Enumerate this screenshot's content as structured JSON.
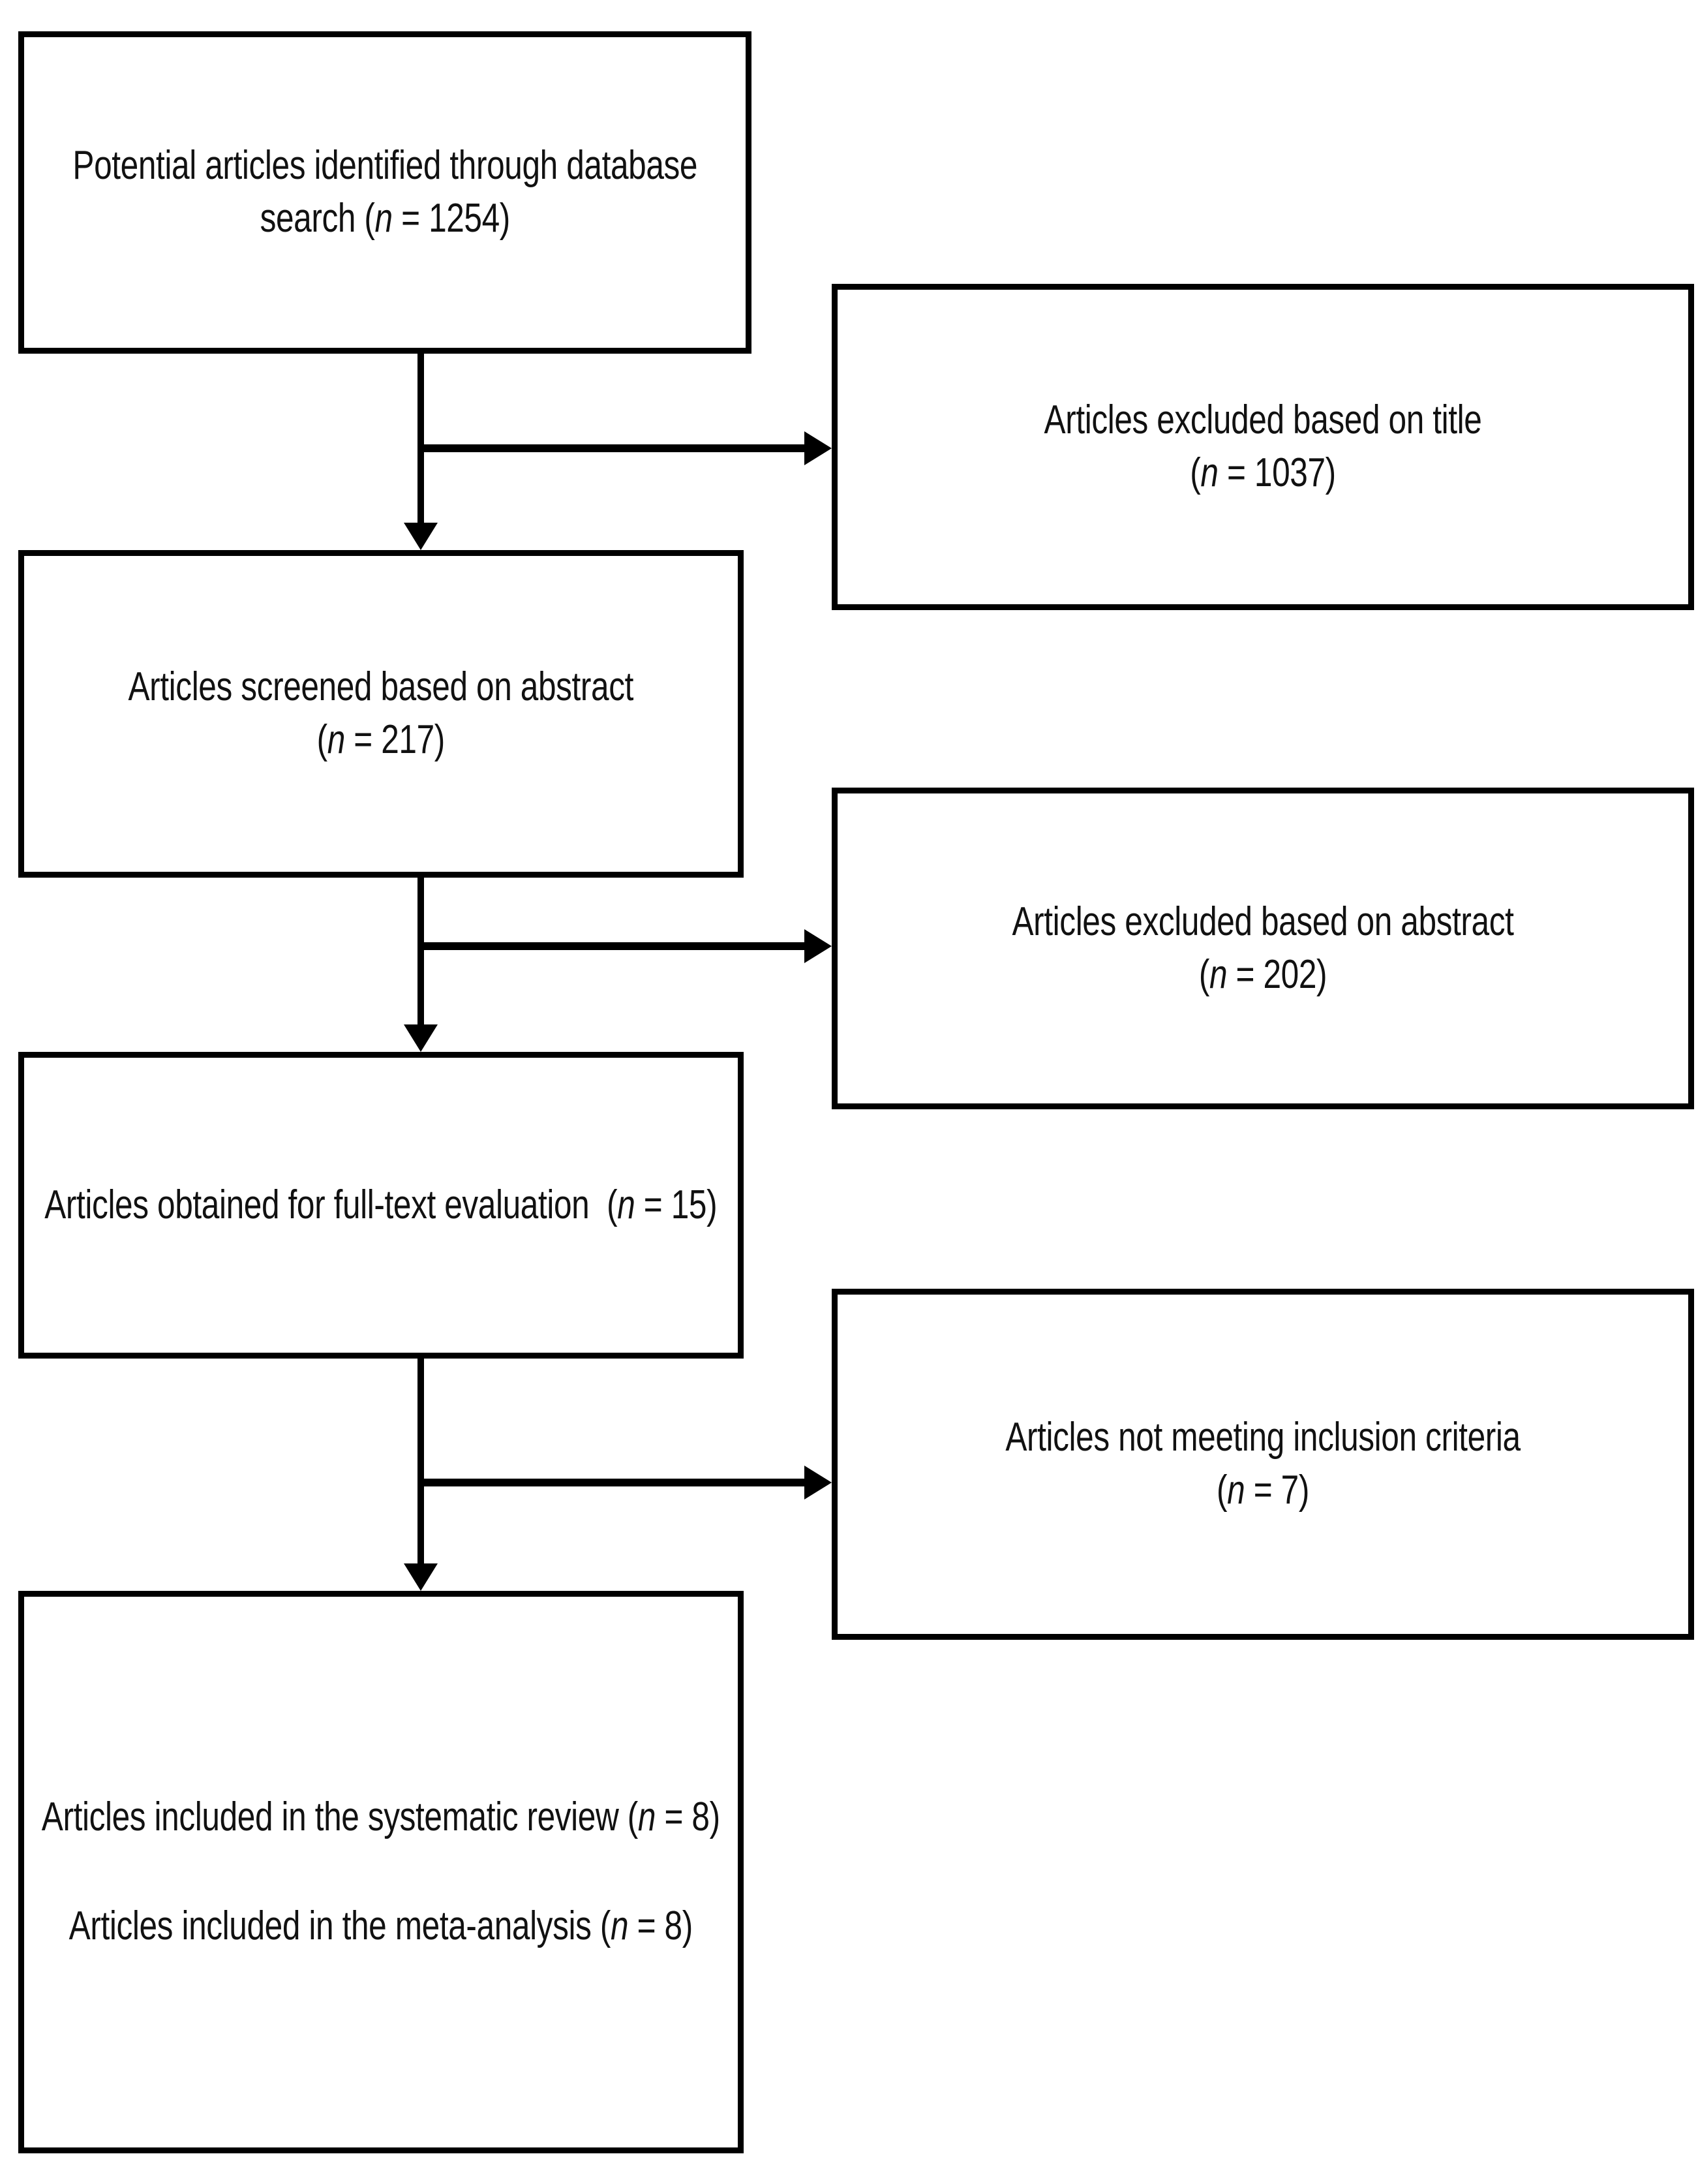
{
  "diagram": {
    "type": "prisma-flow-diagram",
    "colors": {
      "box_border": "#000000",
      "box_fill": "#ffffff",
      "connector": "#000000",
      "text": "#111111",
      "background": "#ffffff"
    },
    "nodes": {
      "identified": {
        "paragraphs": [
          {
            "pre": "Potential articles identified through database search (",
            "italic": "n",
            "post": " = 1254)"
          }
        ],
        "count_label": "n = 1254",
        "count": 1254
      },
      "excluded_title": {
        "paragraphs": [
          {
            "pre": "Articles excluded based on title\n(",
            "italic": "n",
            "post": " = 1037)"
          }
        ],
        "count_label": "n = 1037",
        "count": 1037
      },
      "screened": {
        "paragraphs": [
          {
            "pre": "Articles screened based on abstract\n(",
            "italic": "n",
            "post": " = 217)"
          }
        ],
        "count_label": "n = 217",
        "count": 217
      },
      "excluded_abstract": {
        "paragraphs": [
          {
            "pre": "Articles excluded based on abstract\n(",
            "italic": "n",
            "post": " = 202)"
          }
        ],
        "count_label": "n = 202",
        "count": 202
      },
      "fulltext": {
        "paragraphs": [
          {
            "pre": "Articles obtained for full-text evaluation  (",
            "italic": "n",
            "post": " = 15)"
          }
        ],
        "count_label": "n = 15",
        "count": 15
      },
      "not_meeting_criteria": {
        "paragraphs": [
          {
            "pre": "Articles not meeting inclusion criteria\n(",
            "italic": "n",
            "post": " = 7)"
          }
        ],
        "count_label": "n = 7",
        "count": 7
      },
      "included": {
        "paragraphs": [
          {
            "pre": "Articles included in the systematic review (",
            "italic": "n",
            "post": " = 8)"
          },
          {
            "pre": "Articles included in the meta-analysis (",
            "italic": "n",
            "post": " = 8)"
          }
        ],
        "count_label": "n = 8",
        "count": 8
      }
    },
    "connectors": [
      {
        "from": "identified",
        "to": "screened",
        "kind": "arrow-down"
      },
      {
        "from": "identified",
        "to": "excluded_title",
        "kind": "arrow-right"
      },
      {
        "from": "screened",
        "to": "fulltext",
        "kind": "arrow-down"
      },
      {
        "from": "screened",
        "to": "excluded_abstract",
        "kind": "arrow-right"
      },
      {
        "from": "fulltext",
        "to": "included",
        "kind": "arrow-down"
      },
      {
        "from": "fulltext",
        "to": "not_meeting_criteria",
        "kind": "arrow-right"
      }
    ]
  }
}
